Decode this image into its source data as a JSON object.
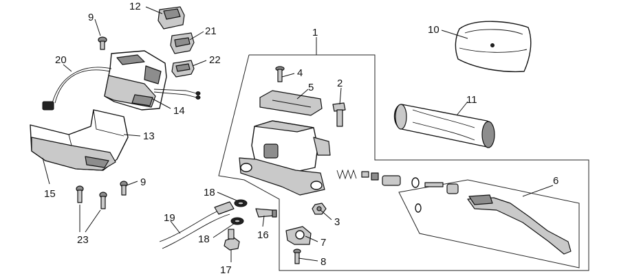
{
  "diagram": {
    "callouts": [
      "1",
      "2",
      "3",
      "4",
      "5",
      "6",
      "7",
      "8",
      "9",
      "9",
      "10",
      "11",
      "12",
      "13",
      "14",
      "15",
      "16",
      "17",
      "18",
      "18",
      "19",
      "20",
      "21",
      "22",
      "23"
    ]
  }
}
